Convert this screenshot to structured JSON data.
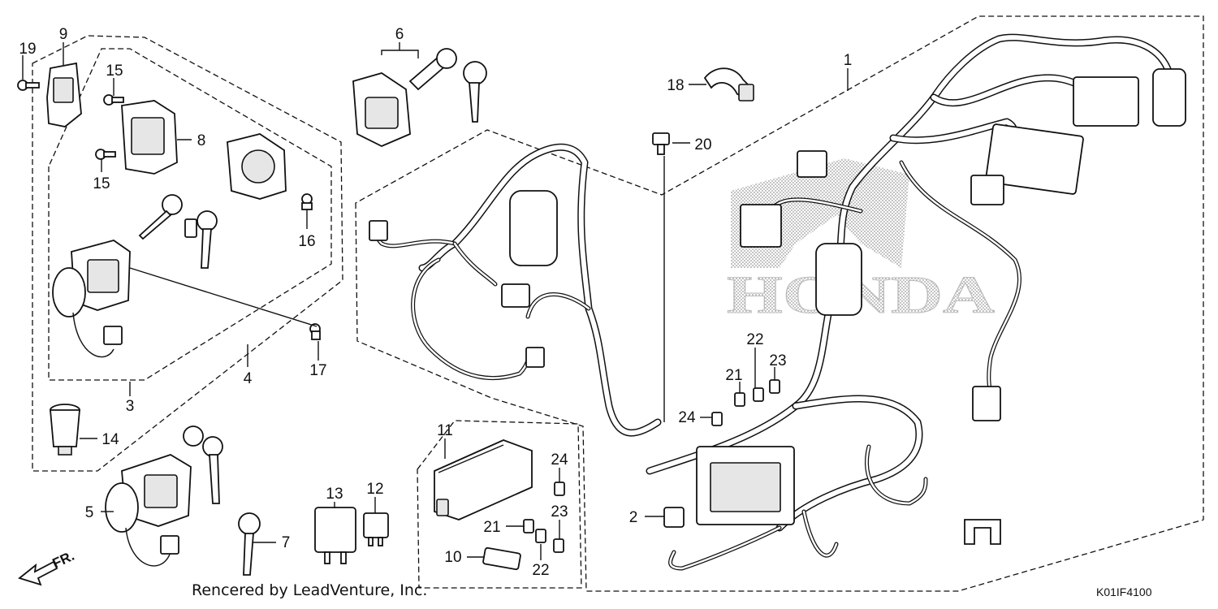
{
  "diagram": {
    "callouts": [
      {
        "id": "c19",
        "text": "19"
      },
      {
        "id": "c9",
        "text": "9"
      },
      {
        "id": "c15a",
        "text": "15"
      },
      {
        "id": "c8",
        "text": "8"
      },
      {
        "id": "c15b",
        "text": "15"
      },
      {
        "id": "c16",
        "text": "16"
      },
      {
        "id": "c6",
        "text": "6"
      },
      {
        "id": "c18",
        "text": "18"
      },
      {
        "id": "c20",
        "text": "20"
      },
      {
        "id": "c1",
        "text": "1"
      },
      {
        "id": "c17",
        "text": "17"
      },
      {
        "id": "c4",
        "text": "4"
      },
      {
        "id": "c3",
        "text": "3"
      },
      {
        "id": "c14",
        "text": "14"
      },
      {
        "id": "c5",
        "text": "5"
      },
      {
        "id": "c7",
        "text": "7"
      },
      {
        "id": "c13",
        "text": "13"
      },
      {
        "id": "c12",
        "text": "12"
      },
      {
        "id": "c11",
        "text": "11"
      },
      {
        "id": "c24a",
        "text": "24"
      },
      {
        "id": "c21a",
        "text": "21"
      },
      {
        "id": "c23a",
        "text": "23"
      },
      {
        "id": "c22a",
        "text": "22"
      },
      {
        "id": "c10",
        "text": "10"
      },
      {
        "id": "c22b",
        "text": "22"
      },
      {
        "id": "c2",
        "text": "2"
      },
      {
        "id": "c24b",
        "text": "24"
      },
      {
        "id": "c21b",
        "text": "21"
      },
      {
        "id": "c22c",
        "text": "22"
      },
      {
        "id": "c23b",
        "text": "23"
      }
    ],
    "brand_watermark": "HONDA",
    "direction_label": "FR.",
    "credit": "Rencered by LeadVenture, Inc.",
    "diagram_code": "K01IF4100"
  }
}
